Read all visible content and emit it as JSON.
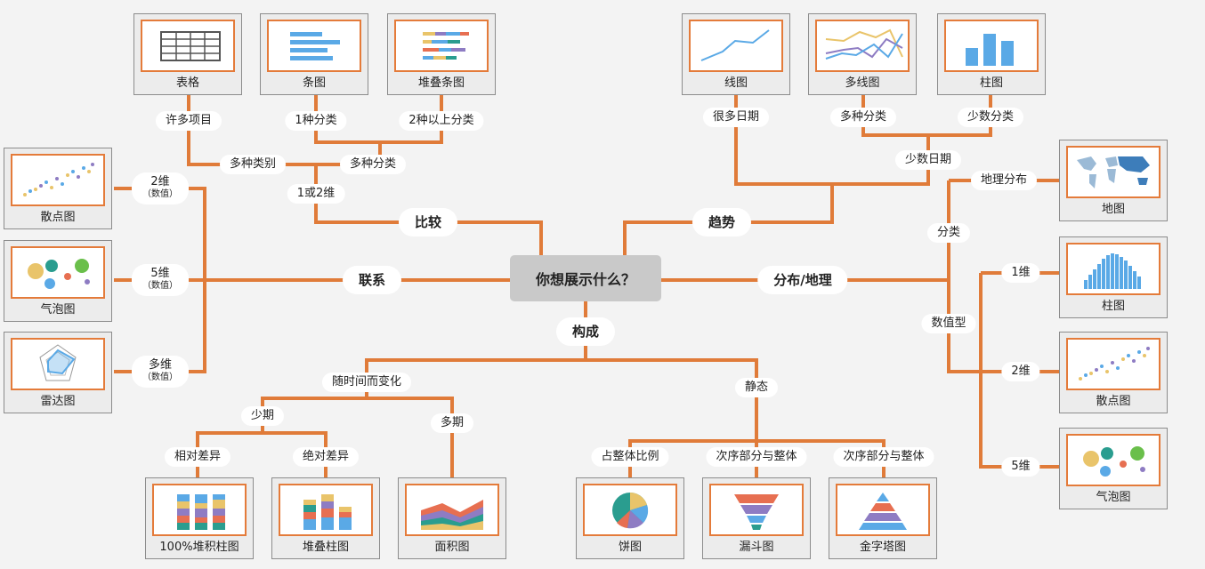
{
  "center": "你想展示什么？",
  "categories": {
    "compare": "比较",
    "trend": "趋势",
    "relation": "联系",
    "distribution": "分布/地理",
    "composition": "构成"
  },
  "branches": {
    "many_items": "许多项目",
    "one_class": "1种分类",
    "two_plus_class": "2种以上分类",
    "many_class": "多种类别",
    "multi_class": "多种分类",
    "one_or_two_dim": "1或2维",
    "many_dates": "很多日期",
    "multi_class_trend": "多种分类",
    "few_class": "少数分类",
    "few_dates": "少数日期",
    "rel_2d": "2维",
    "rel_5d": "5维",
    "rel_multi": "多维",
    "numeric_note": "（数值）",
    "geo": "地理分布",
    "classify": "分类",
    "numeric": "数值型",
    "dist_1d": "1维",
    "dist_2d": "2维",
    "dist_5d": "5维",
    "over_time": "随时间而变化",
    "static": "静态",
    "few_periods": "少期",
    "many_periods": "多期",
    "relative_diff": "相对差异",
    "absolute_diff": "绝对差异",
    "share_whole": "占整体比例",
    "order_part_whole_1": "次序部分与整体",
    "order_part_whole_2": "次序部分与整体"
  },
  "charts": {
    "table": "表格",
    "bar": "条图",
    "stacked_bar": "堆叠条图",
    "line": "线图",
    "multi_line": "多线图",
    "column": "柱图",
    "scatter_rel": "散点图",
    "bubble_rel": "气泡图",
    "radar": "雷达图",
    "map": "地图",
    "column_dist": "柱图",
    "scatter_dist": "散点图",
    "bubble_dist": "气泡图",
    "pct_stacked_column": "100%堆积柱图",
    "stacked_column": "堆叠柱图",
    "area": "面积图",
    "pie": "饼图",
    "funnel": "漏斗图",
    "pyramid": "金字塔图"
  },
  "colors": {
    "line": "#e07b39",
    "frame": "#e47b3a",
    "blue": "#5aa9e6",
    "center": "#c9c9c9"
  }
}
